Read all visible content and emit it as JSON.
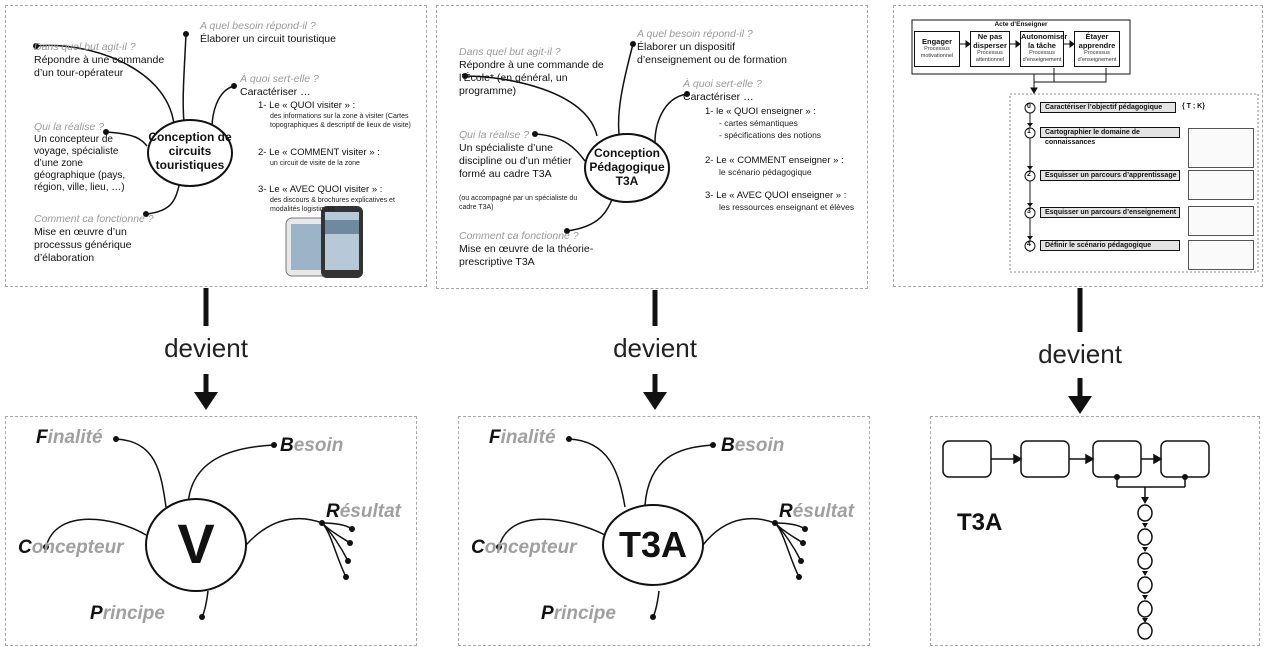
{
  "panel1": {
    "center": "Conception de circuits touristiques",
    "q_but": "Dans quel but agit-il ?",
    "a_but": "Répondre à une commande d’un tour-opérateur",
    "q_besoin": "A quel besoin répond-il ?",
    "a_besoin": "Élaborer un circuit touristique",
    "q_sert": "À quoi sert-elle ?",
    "a_sert": "Caractériser …",
    "item1": "1- Le « QUOI visiter » :",
    "item1_sub": "des informations sur la zone à visiter (Cartes topographiques & descriptif de lieux de visite)",
    "item2": "2- Le « COMMENT visiter » :",
    "item2_sub": "un circuit de visite de la zone",
    "item3": "3- Le « AVEC QUOI visiter » :",
    "item3_sub": "des discours & brochures explicatives et modalités logistiques",
    "q_qui": "Qui la réalise ?",
    "a_qui": "Un concepteur de voyage, spécialiste d’une zone géographique (pays, région, ville, lieu, …)",
    "q_comment": "Comment ca fonctionne ?",
    "a_comment": "Mise en œuvre d’un processus générique d’élaboration"
  },
  "panel2": {
    "center": "Conception Pédagogique T3A",
    "q_but": "Dans quel but agit-il ?",
    "a_but": "Répondre à une commande de l’École* (en général, un programme)",
    "q_besoin": "A quel besoin répond-il ?",
    "a_besoin": "Élaborer un dispositif d’enseignement ou de formation",
    "q_sert": "À quoi sert-elle ?",
    "a_sert": "Caractériser …",
    "item1": "1- le « QUOI enseigner » :",
    "item1_sub_a": "- cartes sémantiques",
    "item1_sub_b": "- spécifications des notions",
    "item2": "2- Le « COMMENT enseigner » :",
    "item2_sub": "le scénario pédagogique",
    "item3": "3- Le « AVEC QUOI enseigner » :",
    "item3_sub": "les ressources enseignant et élèves",
    "q_qui": "Qui la réalise ?",
    "a_qui": "Un spécialiste d’une discipline ou d’un métier formé au cadre T3A",
    "a_qui_sub": "(ou accompagné par un spécialiste du cadre T3A)",
    "q_comment": "Comment ca fonctionne ?",
    "a_comment": "Mise en œuvre de la théorie-prescriptive T3A"
  },
  "panel3": {
    "title": "Acte d’Enseigner",
    "boxes": [
      {
        "label": "Engager",
        "sub": "Processus motivationnel"
      },
      {
        "label": "Ne pas disperser",
        "sub": "Processus attentionnel"
      },
      {
        "label": "Autonomiser la tâche",
        "sub": "Processus d’enseignement"
      },
      {
        "label": "Étayer apprendre",
        "sub": "Processus d’enseignement"
      }
    ],
    "steps": [
      {
        "num": "0",
        "label": "Caractériser l’objectif pédagogique",
        "extra": "{ T ; K}"
      },
      {
        "num": "1",
        "label": "Cartographier le domaine de connaissances",
        "extra": ""
      },
      {
        "num": "2",
        "label": "Esquisser un parcours d’apprentissage",
        "extra": ""
      },
      {
        "num": "3",
        "label": "Esquisser un parcours d’enseignement",
        "extra": ""
      },
      {
        "num": "4",
        "label": "Définir le scénario pédagogique",
        "extra": ""
      }
    ]
  },
  "connector": {
    "label": "devient"
  },
  "bottom1": {
    "center": "V",
    "finalite_first": "F",
    "finalite_rest": "inalité",
    "besoin_first": "B",
    "besoin_rest": "esoin",
    "resultat_first": "R",
    "resultat_rest": "ésultat",
    "concepteur_first": "C",
    "concepteur_rest": "oncepteur",
    "principe_first": "P",
    "principe_rest": "rincipe"
  },
  "bottom2": {
    "center": "T3A",
    "finalite_first": "F",
    "finalite_rest": "inalité",
    "besoin_first": "B",
    "besoin_rest": "esoin",
    "resultat_first": "R",
    "resultat_rest": "ésultat",
    "concepteur_first": "C",
    "concepteur_rest": "oncepteur",
    "principe_first": "P",
    "principe_rest": "rincipe"
  },
  "bottom3": {
    "label": "T3A"
  }
}
